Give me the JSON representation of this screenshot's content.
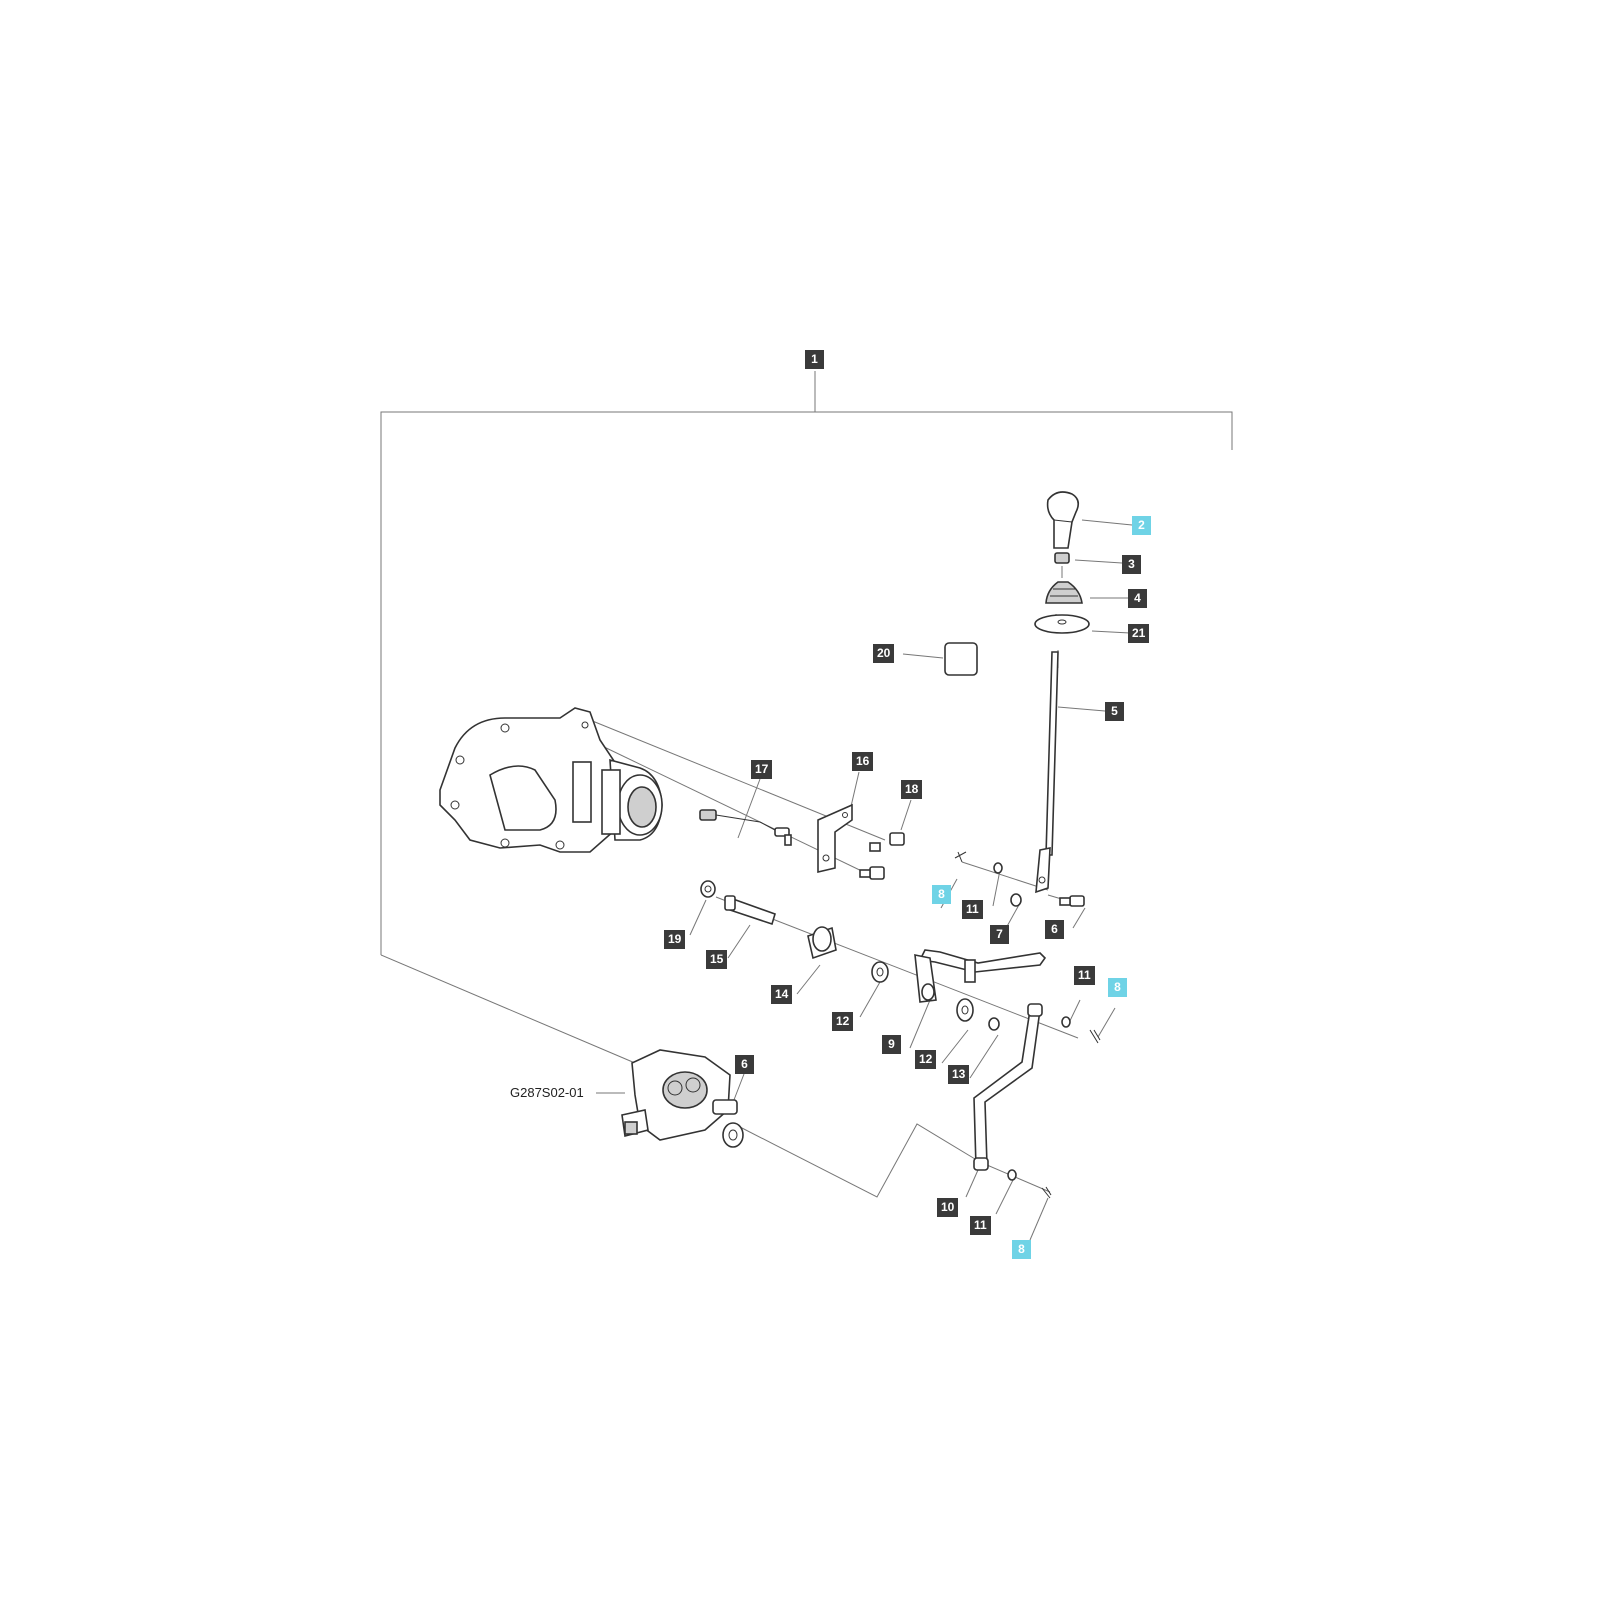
{
  "figure_id": "G287S02-01",
  "colors": {
    "callout_dark": "#3a3a3a",
    "callout_highlight": "#6fd3e6",
    "line": "#777777"
  },
  "callouts": {
    "c1": "1",
    "c2": "2",
    "c3": "3",
    "c4": "4",
    "c21": "21",
    "c20": "20",
    "c5": "5",
    "c17": "17",
    "c16": "16",
    "c18": "18",
    "c8a": "8",
    "c11a": "11",
    "c7": "7",
    "c6a": "6",
    "c19": "19",
    "c15": "15",
    "c14": "14",
    "c12a": "12",
    "c9": "9",
    "c12b": "12",
    "c13": "13",
    "c11b": "11",
    "c8b": "8",
    "c6b": "6",
    "c10": "10",
    "c11c": "11",
    "c8c": "8"
  }
}
